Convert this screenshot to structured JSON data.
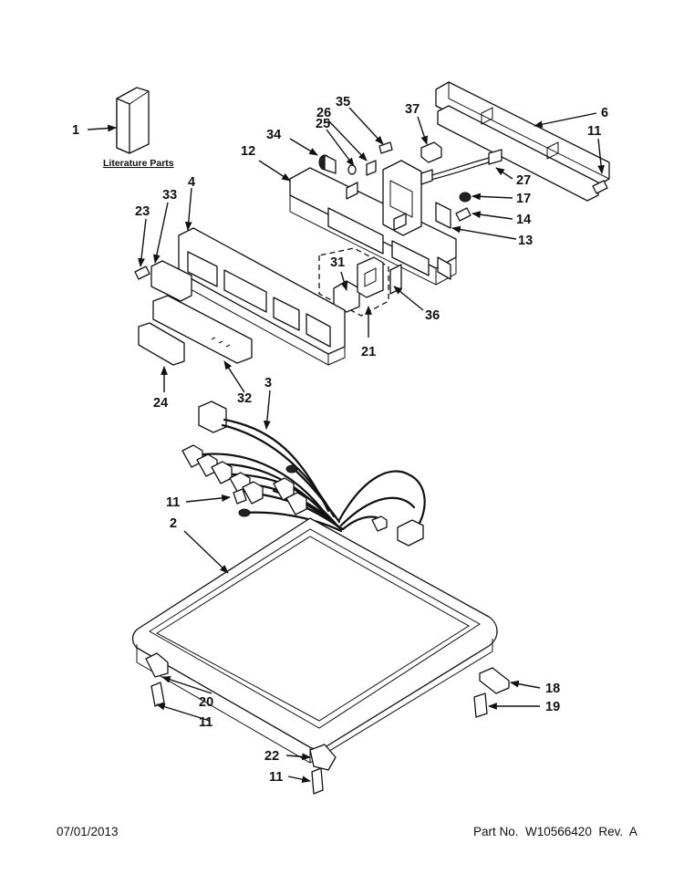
{
  "diagram": {
    "literature_label": "Literature Parts",
    "callouts": {
      "c1": "1",
      "c2": "2",
      "c3": "3",
      "c4": "4",
      "c6": "6",
      "c11a": "11",
      "c11b": "11",
      "c11c": "11",
      "c11d": "11",
      "c12": "12",
      "c13": "13",
      "c14": "14",
      "c17": "17",
      "c18": "18",
      "c19": "19",
      "c20": "20",
      "c21": "21",
      "c22": "22",
      "c23": "23",
      "c24": "24",
      "c25": "25",
      "c26": "26",
      "c27": "27",
      "c31": "31",
      "c32": "32",
      "c33": "33",
      "c34": "34",
      "c35": "35",
      "c36": "36",
      "c37": "37"
    }
  },
  "footer": {
    "date": "07/01/2013",
    "part_number": "Part No.  W10566420  Rev.  A"
  }
}
